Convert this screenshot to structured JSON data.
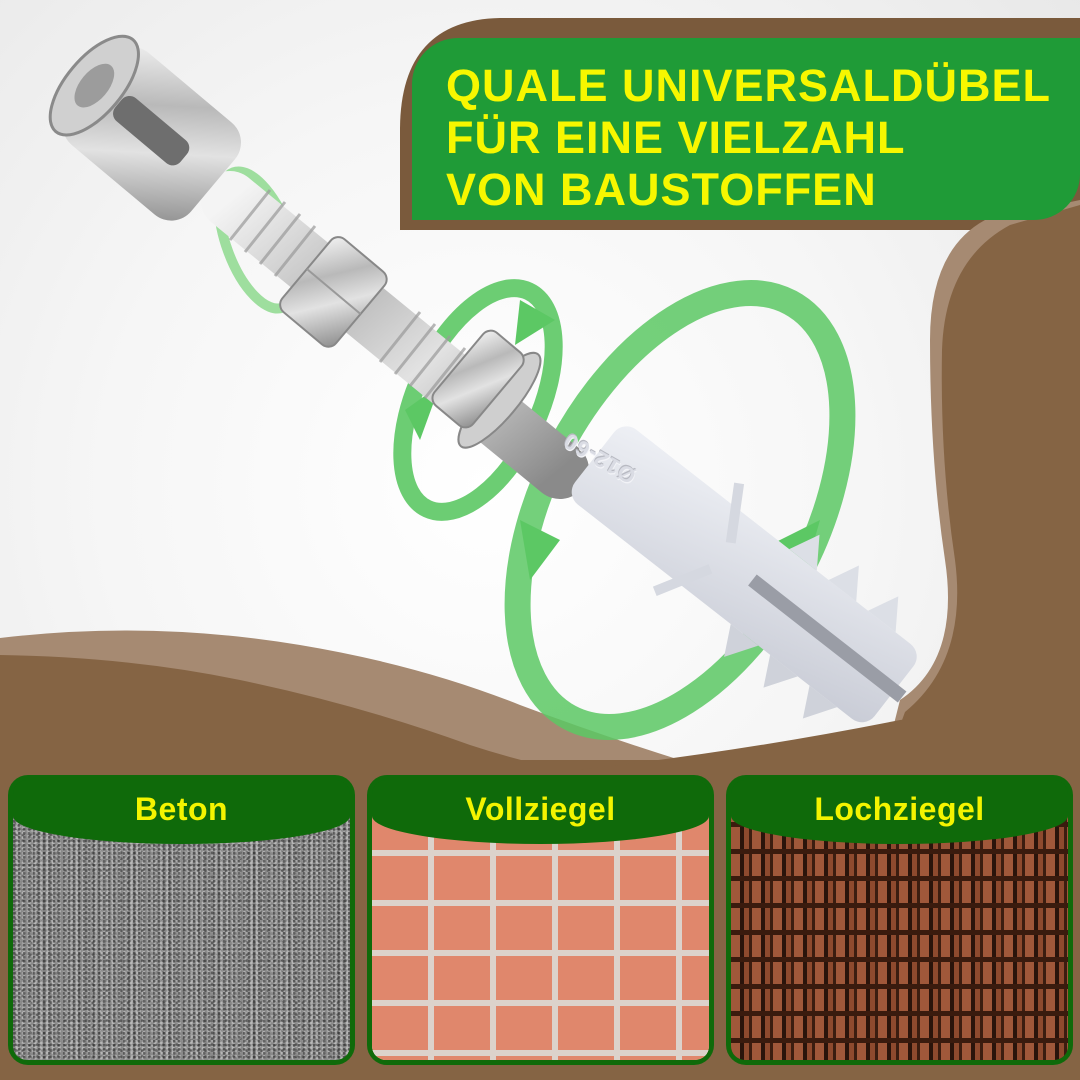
{
  "headline": {
    "lines": [
      "QUALE UNIVERSALDÜBEL",
      "FÜR EINE VIELZAHL",
      "VON BAUSTOFFEN"
    ]
  },
  "product": {
    "dowel_marking": "Ø12-60",
    "parts": [
      "wire-rope-clamp-bolt",
      "hex-nut",
      "washer",
      "nylon-expansion-dowel"
    ]
  },
  "materials": [
    {
      "label": "Beton",
      "texture": "concrete"
    },
    {
      "label": "Vollziegel",
      "texture": "solid-brick"
    },
    {
      "label": "Lochziegel",
      "texture": "perforated-brick"
    }
  ],
  "colors": {
    "headline_bg": "#1f9b37",
    "headline_text": "#f7f700",
    "brown_dark": "#856444",
    "brown_light": "#a68a72",
    "tile_green": "#0f6a0a",
    "tile_text": "#f4f400",
    "arrow_green": "#5cc864"
  }
}
